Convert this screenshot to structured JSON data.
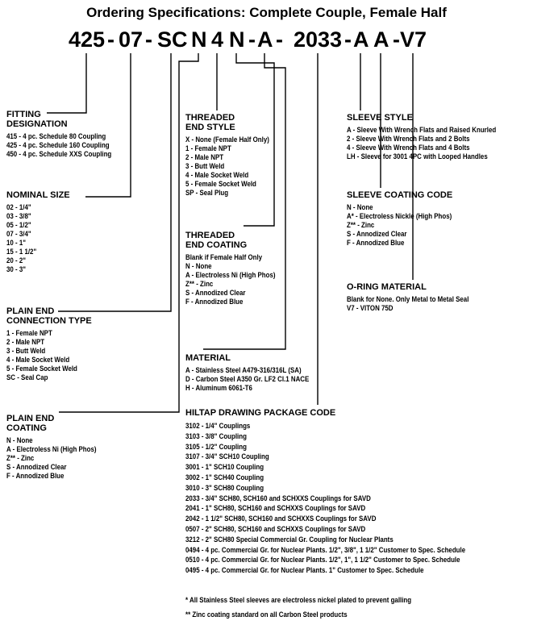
{
  "title": "Ordering Specifications: Complete Couple, Female Half",
  "part_number": {
    "full": "425 - 07 - SC N 4 N - A - 2033 - A A -V7",
    "segments": [
      "425",
      "-",
      "07",
      "-",
      "SC",
      "N",
      "4",
      "N",
      "-",
      "A",
      "-",
      "2033",
      "-",
      "A",
      "A",
      "-V7"
    ]
  },
  "sections": {
    "fitting_designation": {
      "heading": "FITTING\nDESIGNATION",
      "items": [
        "415 - 4 pc. Schedule 80 Coupling",
        "425 - 4 pc. Schedule 160 Coupling",
        "450 - 4 pc. Schedule XXS Coupling"
      ]
    },
    "nominal_size": {
      "heading": "NOMINAL SIZE",
      "items": [
        "02 - 1/4\"",
        "03 - 3/8\"",
        "05 - 1/2\"",
        "07 - 3/4\"",
        "10 - 1\"",
        "15 - 1 1/2\"",
        "20 - 2\"",
        "30 - 3\""
      ]
    },
    "plain_end_connection_type": {
      "heading": "PLAIN END\nCONNECTION TYPE",
      "items": [
        "1 - Female NPT",
        "2 - Male NPT",
        "3 - Butt Weld",
        "4 - Male Socket Weld",
        "5 - Female Socket Weld",
        "SC - Seal Cap"
      ]
    },
    "plain_end_coating": {
      "heading": "PLAIN END\nCOATING",
      "items": [
        "N - None",
        "A - Electroless Ni (High Phos)",
        "Z** - Zinc",
        "S - Annodized Clear",
        "F - Annodized Blue"
      ]
    },
    "threaded_end_style": {
      "heading": "THREADED\nEND STYLE",
      "items": [
        "X - None (Female Half Only)",
        "1 - Female NPT",
        "2 - Male NPT",
        "3 - Butt Weld",
        "4 - Male Socket Weld",
        "5 - Female Socket Weld",
        "SP - Seal Plug"
      ]
    },
    "threaded_end_coating": {
      "heading": "THREADED\nEND COATING",
      "items": [
        "Blank if Female Half Only",
        "N - None",
        "A - Electroless Ni (High Phos)",
        "Z** - Zinc",
        "S - Annodized Clear",
        "F - Annodized Blue"
      ]
    },
    "material": {
      "heading": "MATERIAL",
      "items": [
        "A - Stainless Steel A479-316/316L (SA)",
        "D - Carbon Steel A350 Gr. LF2 Cl.1 NACE",
        "H - Aluminum 6061-T6"
      ]
    },
    "hiltap_drawing_package_code": {
      "heading": "HILTAP DRAWING PACKAGE CODE",
      "items": [
        "3102 - 1/4\" Couplings",
        "3103 - 3/8\" Coupling",
        "3105 - 1/2\" Coupling",
        "3107 - 3/4\" SCH10 Coupling",
        "3001 - 1\" SCH10 Coupling",
        "3002 - 1\" SCH40 Coupling",
        "3010 - 3\" SCH80 Coupling",
        "2033 - 3/4\" SCH80, SCH160 and SCHXXS Couplings for SAVD",
        "2041 - 1\" SCH80, SCH160 and SCHXXS Couplings for SAVD",
        "2042 - 1 1/2\" SCH80, SCH160 and SCHXXS Couplings for SAVD",
        "0507 - 2\" SCH80, SCH160 and SCHXXS Couplings for SAVD",
        "3212 - 2\" SCH80 Special Commercial Gr. Coupling for Nuclear Plants",
        "0494 - 4 pc. Commercial Gr. for Nuclear Plants. 1/2\", 3/8\", 1 1/2\" Customer to Spec. Schedule",
        "0510 - 4 pc. Commercial Gr. for Nuclear Plants. 1/2\", 1\", 1 1/2\" Customer to Spec. Schedule",
        "0495 - 4 pc. Commercial Gr. for Nuclear Plants. 1\" Customer to Spec. Schedule"
      ]
    },
    "sleeve_style": {
      "heading": "SLEEVE STYLE",
      "items": [
        "A - Sleeve With Wrench Flats and Raised Knurled",
        "2 - Sleeve With Wrench Flats and 2 Bolts",
        "4 - Sleeve With Wrench Flats and 4 Bolts",
        "LH - Sleeve for 3001 4PC with Looped Handles"
      ]
    },
    "sleeve_coating_code": {
      "heading": "SLEEVE COATING CODE",
      "items": [
        "N - None",
        "A* - Electroless Nickle (High Phos)",
        "Z** - Zinc",
        "S - Annodized Clear",
        "F - Annodized Blue"
      ]
    },
    "o_ring_material": {
      "heading": "O-RING MATERIAL",
      "items": [
        "Blank for None. Only Metal to Metal Seal",
        "V7 - VITON 75D"
      ]
    }
  },
  "footnotes": [
    "* All Stainless Steel sleeves are electroless nickel plated to prevent galling",
    "** Zinc coating standard on all Carbon Steel products"
  ],
  "colors": {
    "text": "#000000",
    "background": "#ffffff",
    "line": "#000000"
  }
}
